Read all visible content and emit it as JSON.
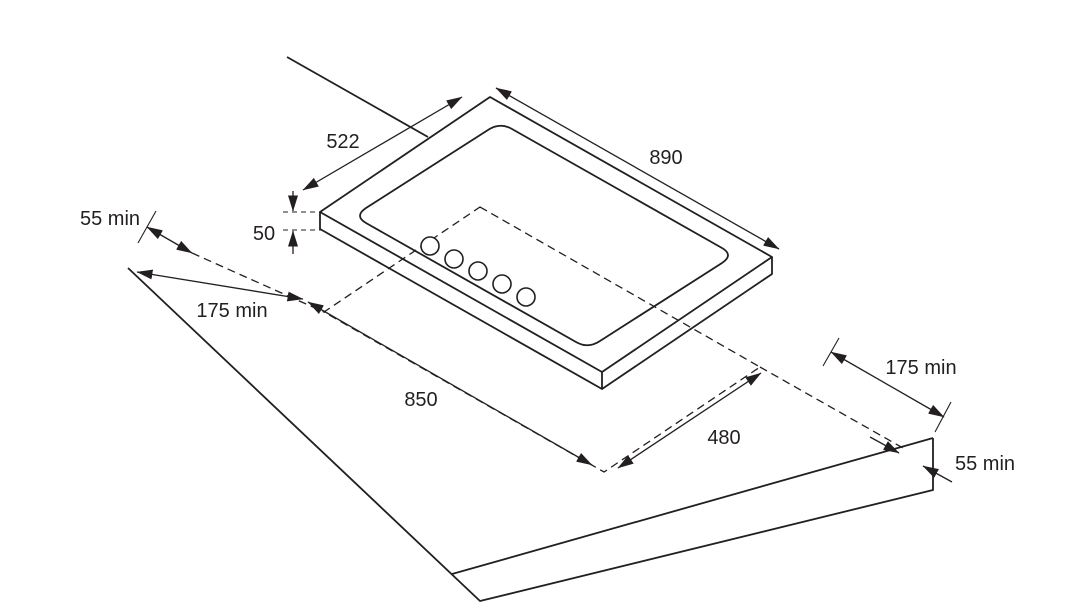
{
  "diagram": {
    "labels": {
      "cooktop_depth": "522",
      "cooktop_width": "890",
      "cooktop_height": "50",
      "clearance_back": "55 min",
      "clearance_left": "175 min",
      "cutout_width": "850",
      "cutout_depth": "480",
      "clearance_right": "175 min",
      "clearance_front": "55 min"
    },
    "colors": {
      "ink": "#231f20",
      "background": "#ffffff"
    }
  }
}
